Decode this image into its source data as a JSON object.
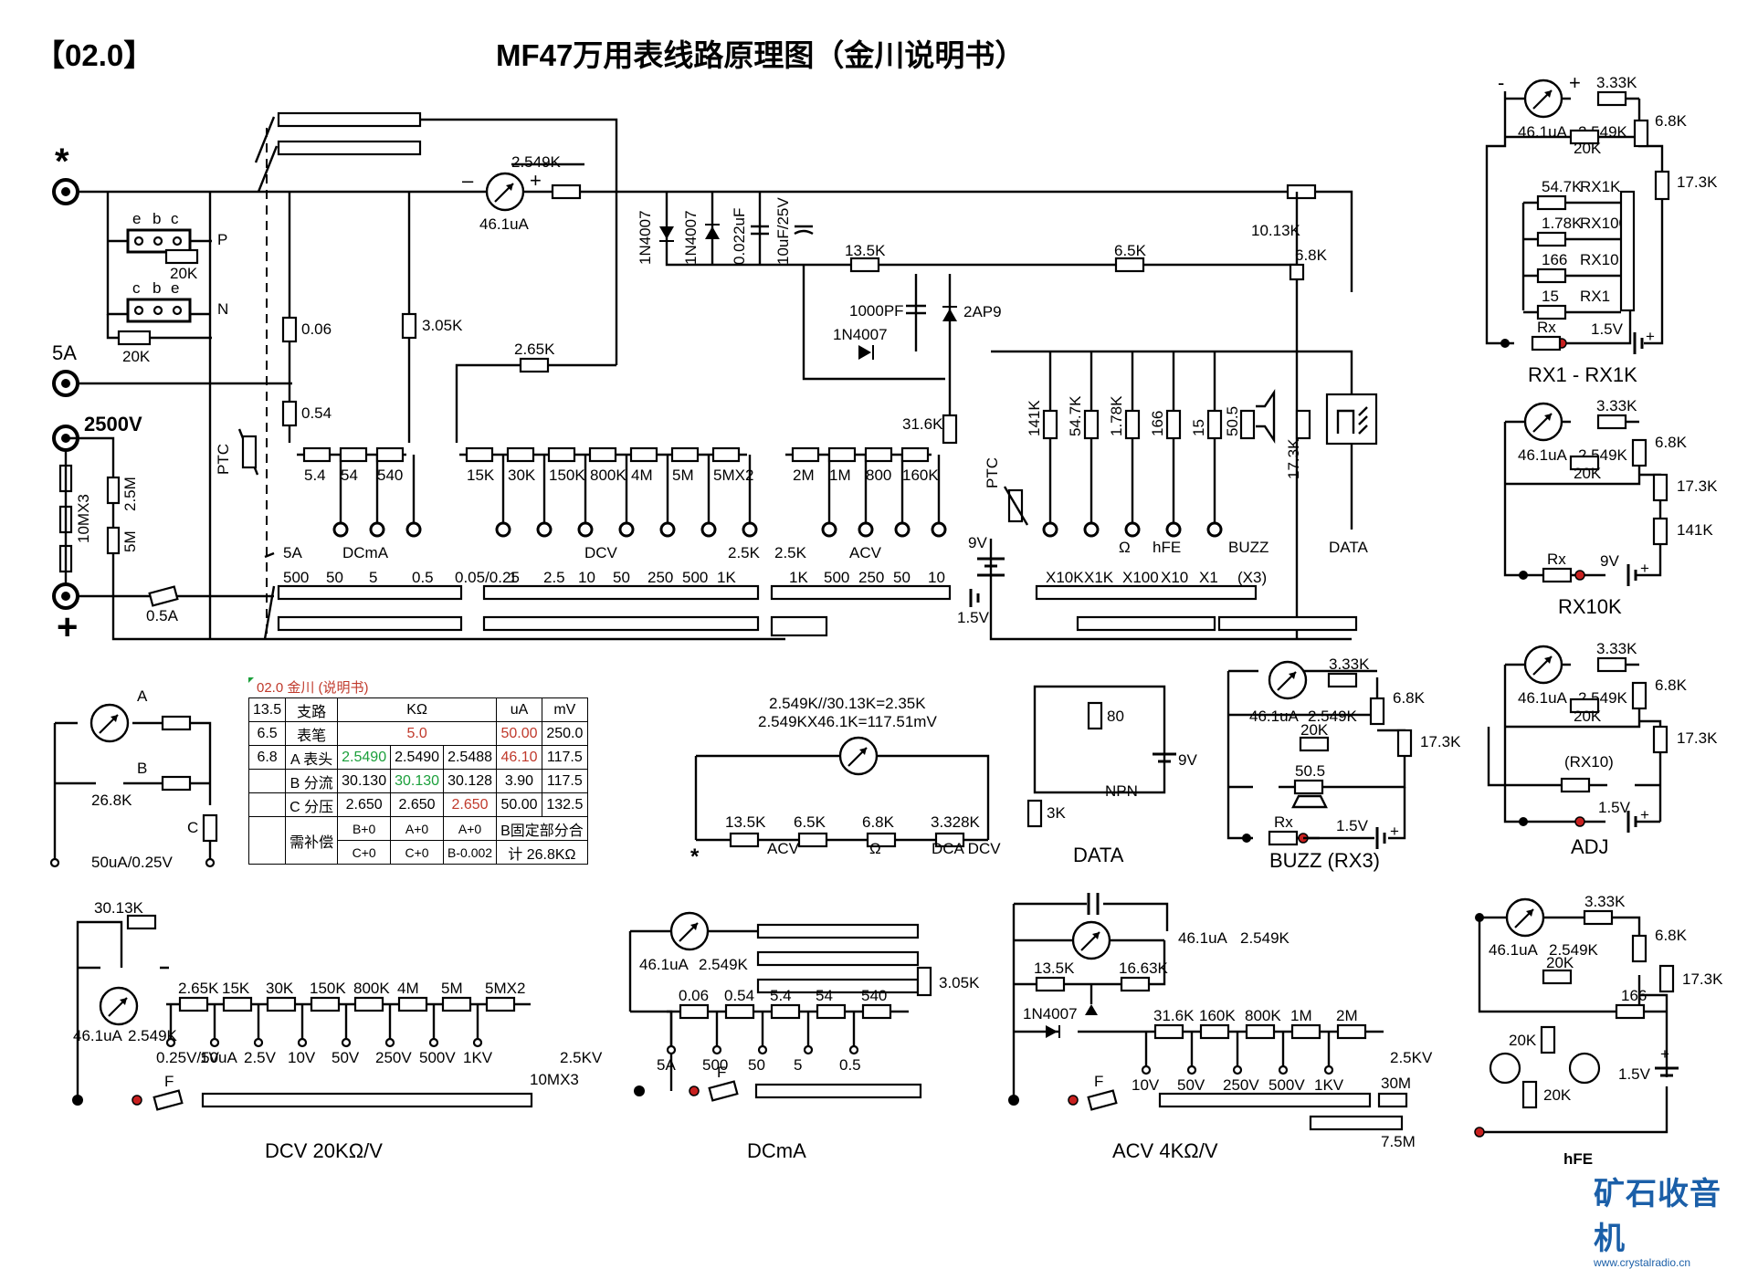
{
  "header": {
    "tag": "【02.0】",
    "title": "MF47万用表线路原理图（金川说明书）"
  },
  "main": {
    "jacks": {
      "star": "*",
      "plus": "+",
      "five_a": "5A",
      "hv": "2500V"
    },
    "transistor_sockets": {
      "p_pins": [
        "e",
        "b",
        "c"
      ],
      "p_label": "P",
      "n_pins": [
        "c",
        "b",
        "e"
      ],
      "n_label": "N",
      "r_p": "20K",
      "r_n": "20K"
    },
    "meter": {
      "plus": "+",
      "minus": "–",
      "current": "46.1uA",
      "series_r": "2.549K"
    },
    "diodes": {
      "d1": "1N4007",
      "d2": "1N4007",
      "d3": "1N4007",
      "d4": "2AP9"
    },
    "caps": {
      "c1": "0.022uF",
      "c2": "10uF/25V",
      "c3": "1000PF"
    },
    "resistors": {
      "r_10_13k": "10.13K",
      "r_6_8k": "6.8K",
      "r_13_5k": "13.5K",
      "r_6_5k": "6.5K",
      "r_0_06": "0.06",
      "r_0_54": "0.54",
      "r_3_05k": "3.05K",
      "r_2_65k": "2.65K",
      "r_31_6k": "31.6K",
      "r_17_3k": "17.3K",
      "r_50_5": "50.5",
      "r_hv_2_5m": "2.5M",
      "r_hv_5m": "5M",
      "r_hv_10mx3": "10MX3"
    },
    "ptc": "PTC",
    "dcma_row": [
      "5.4",
      "54",
      "540"
    ],
    "dcv_row": [
      "15K",
      "30K",
      "150K",
      "800K",
      "4M",
      "5M",
      "5MX2"
    ],
    "acv_row": [
      "2M",
      "1M",
      "800",
      "160K"
    ],
    "ohm_row": [
      "141K",
      "54.7K",
      "1.78K",
      "166",
      "15"
    ],
    "ohm_terms": [
      "Ω",
      "hFE",
      "BUZZ"
    ],
    "data_term": "DATA",
    "fuse": "0.5A",
    "batteries": {
      "b9": "9V",
      "b15": "1.5V"
    },
    "range_groups": {
      "dcma": "DCmA",
      "dcv": "DCV",
      "acv": "ACV",
      "g5a": "5A",
      "g25k_dcv": "2.5K",
      "g25k_acv": "2.5K"
    },
    "dcma_scale": [
      "500",
      "50",
      "5",
      "0.5",
      "0.05/0.25"
    ],
    "dcv_scale": [
      "1",
      "2.5",
      "10",
      "50",
      "250",
      "500",
      "1K"
    ],
    "acv_scale": [
      "1K",
      "500",
      "250",
      "50",
      "10"
    ],
    "ohm_scale": [
      "X10K",
      "X1K",
      "X100",
      "X10",
      "X1",
      "(X3)"
    ]
  },
  "sidebar": {
    "rx1k": {
      "title": "RX1 - RX1K",
      "r1": "3.33K",
      "r2": "6.8K",
      "r3": "17.3K",
      "r4": "20K",
      "meter": "46.1uA",
      "meter_r": "2.549K",
      "taps": [
        "54.7K",
        "1.78K",
        "166",
        "15"
      ],
      "tap_labels": [
        "RX1K",
        "RX100",
        "RX10",
        "RX1"
      ],
      "rx": "Rx",
      "bat": "1.5V",
      "plus": "+"
    },
    "rx10k": {
      "title": "RX10K",
      "r1": "3.33K",
      "r2": "6.8K",
      "r3": "17.3K",
      "r4": "141K",
      "r5": "20K",
      "meter": "46.1uA",
      "meter_r": "2.549K",
      "rx": "Rx",
      "bat": "9V",
      "plus": "+"
    },
    "adj": {
      "title": "ADJ",
      "r1": "3.33K",
      "r2": "6.8K",
      "r3": "17.3K",
      "r4": "20K",
      "meter": "46.1uA",
      "meter_r": "2.549K",
      "note": "(RX10)",
      "bat": "1.5V",
      "plus": "+"
    },
    "buzz": {
      "title": "BUZZ (RX3)",
      "r1": "3.33K",
      "r2": "6.8K",
      "r3": "17.3K",
      "r4": "20K",
      "meter": "46.1uA",
      "meter_r": "2.549K",
      "bz": "50.5",
      "rx": "Rx",
      "bat": "1.5V",
      "plus": "+"
    }
  },
  "mini": {
    "abc": {
      "a": "A",
      "b": "B",
      "c": "C",
      "r": "26.8K",
      "note": "50uA/0.25V"
    },
    "table_header": "02.0 金川 (说明书)",
    "table": {
      "cols": [
        "13.5",
        "支路",
        "KΩ",
        "uA",
        "mV"
      ],
      "rows": [
        [
          "6.5",
          "表笔",
          "5.0",
          "50.00",
          "250.0"
        ],
        [
          "6.8",
          "A 表头",
          "2.5490",
          "2.5490",
          "2.5488",
          "46.10",
          "117.5"
        ],
        [
          "",
          "B 分流",
          "30.130",
          "30.130",
          "30.128",
          "3.90",
          "117.5"
        ],
        [
          "",
          "C 分压",
          "2.650",
          "2.650",
          "2.650",
          "50.00",
          "132.5"
        ]
      ],
      "comp_label": "需补偿",
      "comp_top": [
        "B+0",
        "A+0",
        "A+0"
      ],
      "comp_bot": [
        "C+0",
        "C+0",
        "B-0.002"
      ],
      "comp_note_1": "B固定部分合",
      "comp_note_2": "计 26.8KΩ"
    },
    "calc": {
      "line1": "2.549K//30.13K=2.35K",
      "line2": "2.549KX46.1K=117.51mV",
      "rs": [
        "13.5K",
        "6.5K",
        "6.8K",
        "3.328K"
      ],
      "terms": [
        "ACV",
        "Ω",
        "DCA  DCV"
      ],
      "star": "*"
    },
    "data": {
      "title": "DATA",
      "r1": "80",
      "r2": "3K",
      "npn": "NPN",
      "bat": "9V"
    }
  },
  "bottom": {
    "dcv": {
      "title": "DCV  20KΩ/V",
      "r_top": "30.13K",
      "meter": "46.1uA",
      "meter_r": "2.549K",
      "rs": [
        "2.65K",
        "15K",
        "30K",
        "150K",
        "800K",
        "4M",
        "5M",
        "5MX2"
      ],
      "taps": [
        "0.25V/50uA",
        "1V",
        "2.5V",
        "10V",
        "50V",
        "250V",
        "500V",
        "1KV"
      ],
      "hv": "2.5KV",
      "hv_r": "10MX3",
      "fuse": "F"
    },
    "dcma": {
      "title": "DCmA",
      "meter": "46.1uA",
      "meter_r": "2.549K",
      "r_side": "3.05K",
      "rs": [
        "0.06",
        "0.54",
        "5.4",
        "54",
        "540"
      ],
      "taps": [
        "5A",
        "500",
        "50",
        "5",
        "0.5"
      ],
      "fuse": "F"
    },
    "acv": {
      "title": "ACV  4KΩ/V",
      "meter": "46.1uA",
      "meter_r": "2.549K",
      "r1": "13.5K",
      "r2": "16.63K",
      "diode": "1N4007",
      "rs": [
        "31.6K",
        "160K",
        "800K",
        "1M",
        "2M"
      ],
      "taps": [
        "10V",
        "50V",
        "250V",
        "500V",
        "1KV"
      ],
      "hv": "2.5KV",
      "hv_r1": "30M",
      "hv_r2": "7.5M",
      "fuse": "F"
    },
    "hfe": {
      "title": "hFE",
      "meter": "46.1uA",
      "meter_r": "2.549K",
      "r1": "3.33K",
      "r2": "6.8K",
      "r3": "17.3K",
      "r4": "20K",
      "r5": "166",
      "r6": "20K",
      "r7": "20K",
      "bat": "1.5V",
      "plus": "+"
    }
  },
  "brand": {
    "name": "矿石收音机",
    "url": "www.crystalradio.cn"
  },
  "colors": {
    "ink": "#000000",
    "green": "#1a9f3a",
    "red": "#c0392b",
    "brand": "#1b5fa8"
  }
}
